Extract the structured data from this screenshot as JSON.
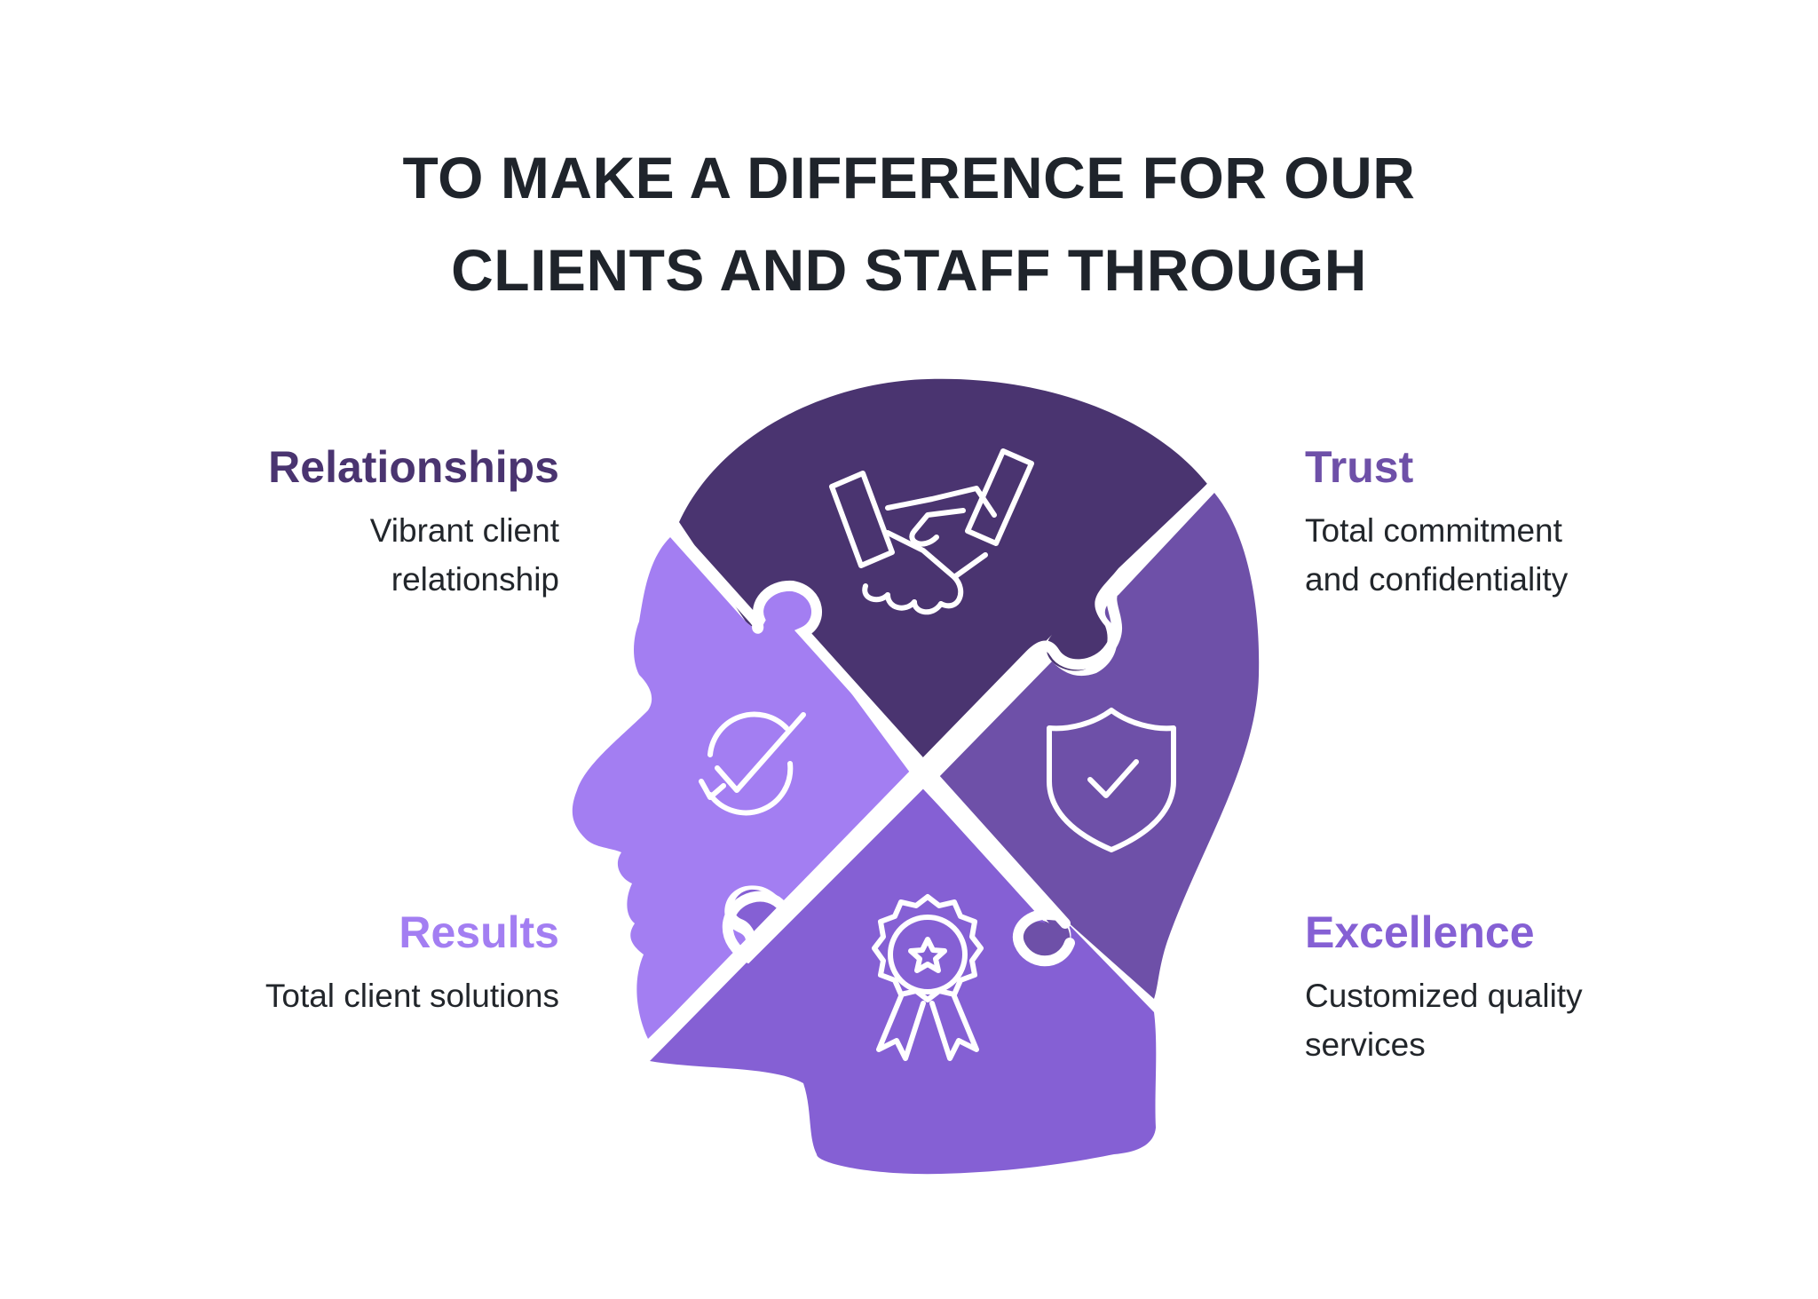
{
  "title": {
    "line1": "TO MAKE A DIFFERENCE FOR OUR",
    "line2": "CLIENTS AND STAFF THROUGH"
  },
  "items": [
    {
      "heading": "Relationships",
      "line1": "Vibrant client",
      "line2": "relationship",
      "color": "#4a3470",
      "icon": "handshake-icon"
    },
    {
      "heading": "Trust",
      "line1": "Total commitment",
      "line2": "and confidentiality",
      "color": "#6e50a8",
      "icon": "shield-check-icon"
    },
    {
      "heading": "Results",
      "line1": "Total client solutions",
      "line2": "",
      "color": "#a37ef2",
      "icon": "refresh-check-icon"
    },
    {
      "heading": "Excellence",
      "line1": "Customized quality",
      "line2": "services",
      "color": "#8560d4",
      "icon": "award-ribbon-icon"
    }
  ]
}
